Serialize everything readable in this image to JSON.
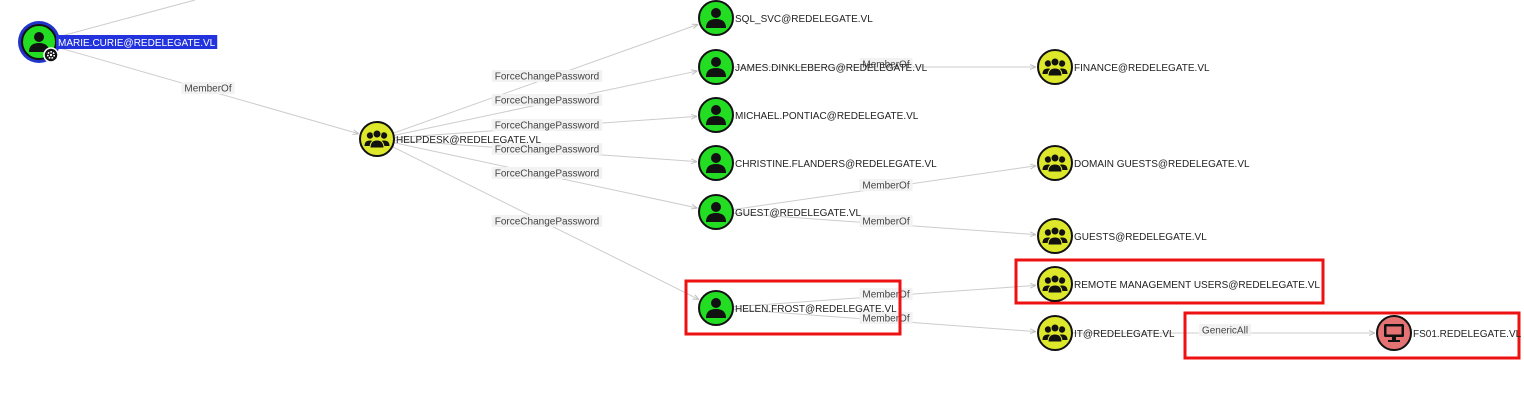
{
  "colors": {
    "user": "#22dd22",
    "group": "#dde82a",
    "computer": "#e57373",
    "outline": "#111111",
    "owned_ring": "#2233cc",
    "selected_label_bg": "#2233dd",
    "selected_label_text": "#ffffff",
    "edge": "#cccccc",
    "edge_label_bg": "#f2f2f2",
    "highlight_box": "#ee1111"
  },
  "nodes": [
    {
      "id": "marie",
      "name": "MARIE.CURIE@REDELEGATE.VL",
      "type": "user",
      "icon": "user-icon",
      "owned": true,
      "selected": true
    },
    {
      "id": "helpdesk",
      "name": "HELPDESK@REDELEGATE.VL",
      "type": "group",
      "icon": "group-icon"
    },
    {
      "id": "sqlsvc",
      "name": "SQL_SVC@REDELEGATE.VL",
      "type": "user",
      "icon": "user-icon"
    },
    {
      "id": "james",
      "name": "JAMES.DINKLEBERG@REDELEGATE.VL",
      "type": "user",
      "icon": "user-icon"
    },
    {
      "id": "michael",
      "name": "MICHAEL.PONTIAC@REDELEGATE.VL",
      "type": "user",
      "icon": "user-icon"
    },
    {
      "id": "christine",
      "name": "CHRISTINE.FLANDERS@REDELEGATE.VL",
      "type": "user",
      "icon": "user-icon"
    },
    {
      "id": "guest",
      "name": "GUEST@REDELEGATE.VL",
      "type": "user",
      "icon": "user-icon"
    },
    {
      "id": "helen",
      "name": "HELEN.FROST@REDELEGATE.VL",
      "type": "user",
      "icon": "user-icon"
    },
    {
      "id": "finance",
      "name": "FINANCE@REDELEGATE.VL",
      "type": "group",
      "icon": "group-icon"
    },
    {
      "id": "domainguests",
      "name": "DOMAIN GUESTS@REDELEGATE.VL",
      "type": "group",
      "icon": "group-icon"
    },
    {
      "id": "guests",
      "name": "GUESTS@REDELEGATE.VL",
      "type": "group",
      "icon": "group-icon"
    },
    {
      "id": "rmu",
      "name": "REMOTE MANAGEMENT USERS@REDELEGATE.VL",
      "type": "group",
      "icon": "group-icon"
    },
    {
      "id": "it",
      "name": "IT@REDELEGATE.VL",
      "type": "group",
      "icon": "group-icon"
    },
    {
      "id": "fs01",
      "name": "FS01.REDELEGATE.VL",
      "type": "computer",
      "icon": "computer-icon"
    }
  ],
  "edges": [
    {
      "from": "marie",
      "to": "offscreen",
      "label": ""
    },
    {
      "from": "marie",
      "to": "helpdesk",
      "label": "MemberOf"
    },
    {
      "from": "helpdesk",
      "to": "sqlsvc",
      "label": "ForceChangePassword"
    },
    {
      "from": "helpdesk",
      "to": "james",
      "label": "ForceChangePassword"
    },
    {
      "from": "helpdesk",
      "to": "michael",
      "label": "ForceChangePassword"
    },
    {
      "from": "helpdesk",
      "to": "christine",
      "label": "ForceChangePassword"
    },
    {
      "from": "helpdesk",
      "to": "guest",
      "label": "ForceChangePassword"
    },
    {
      "from": "helpdesk",
      "to": "helen",
      "label": "ForceChangePassword"
    },
    {
      "from": "james",
      "to": "finance",
      "label": "MemberOf"
    },
    {
      "from": "guest",
      "to": "domainguests",
      "label": "MemberOf"
    },
    {
      "from": "guest",
      "to": "guests",
      "label": "MemberOf"
    },
    {
      "from": "helen",
      "to": "rmu",
      "label": "MemberOf"
    },
    {
      "from": "helen",
      "to": "it",
      "label": "MemberOf"
    },
    {
      "from": "it",
      "to": "fs01",
      "label": "GenericAll"
    }
  ],
  "highlights": [
    "helen",
    "rmu",
    "fs01"
  ]
}
